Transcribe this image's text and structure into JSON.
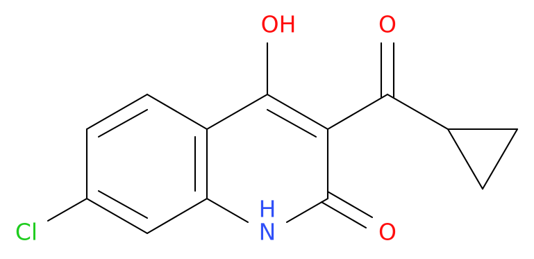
{
  "molecule": {
    "labels": {
      "oh_label": "OH",
      "ketone_o_label": "O",
      "amide_o_label": "O",
      "nh_h_label": "H",
      "nh_n_label": "N",
      "cl_label": "Cl"
    },
    "colors": {
      "oxygen": "#ff0d0d",
      "nitrogen": "#3050f8",
      "chlorine": "#1fcc1f",
      "bond": "#000000",
      "background": "#ffffff"
    }
  }
}
